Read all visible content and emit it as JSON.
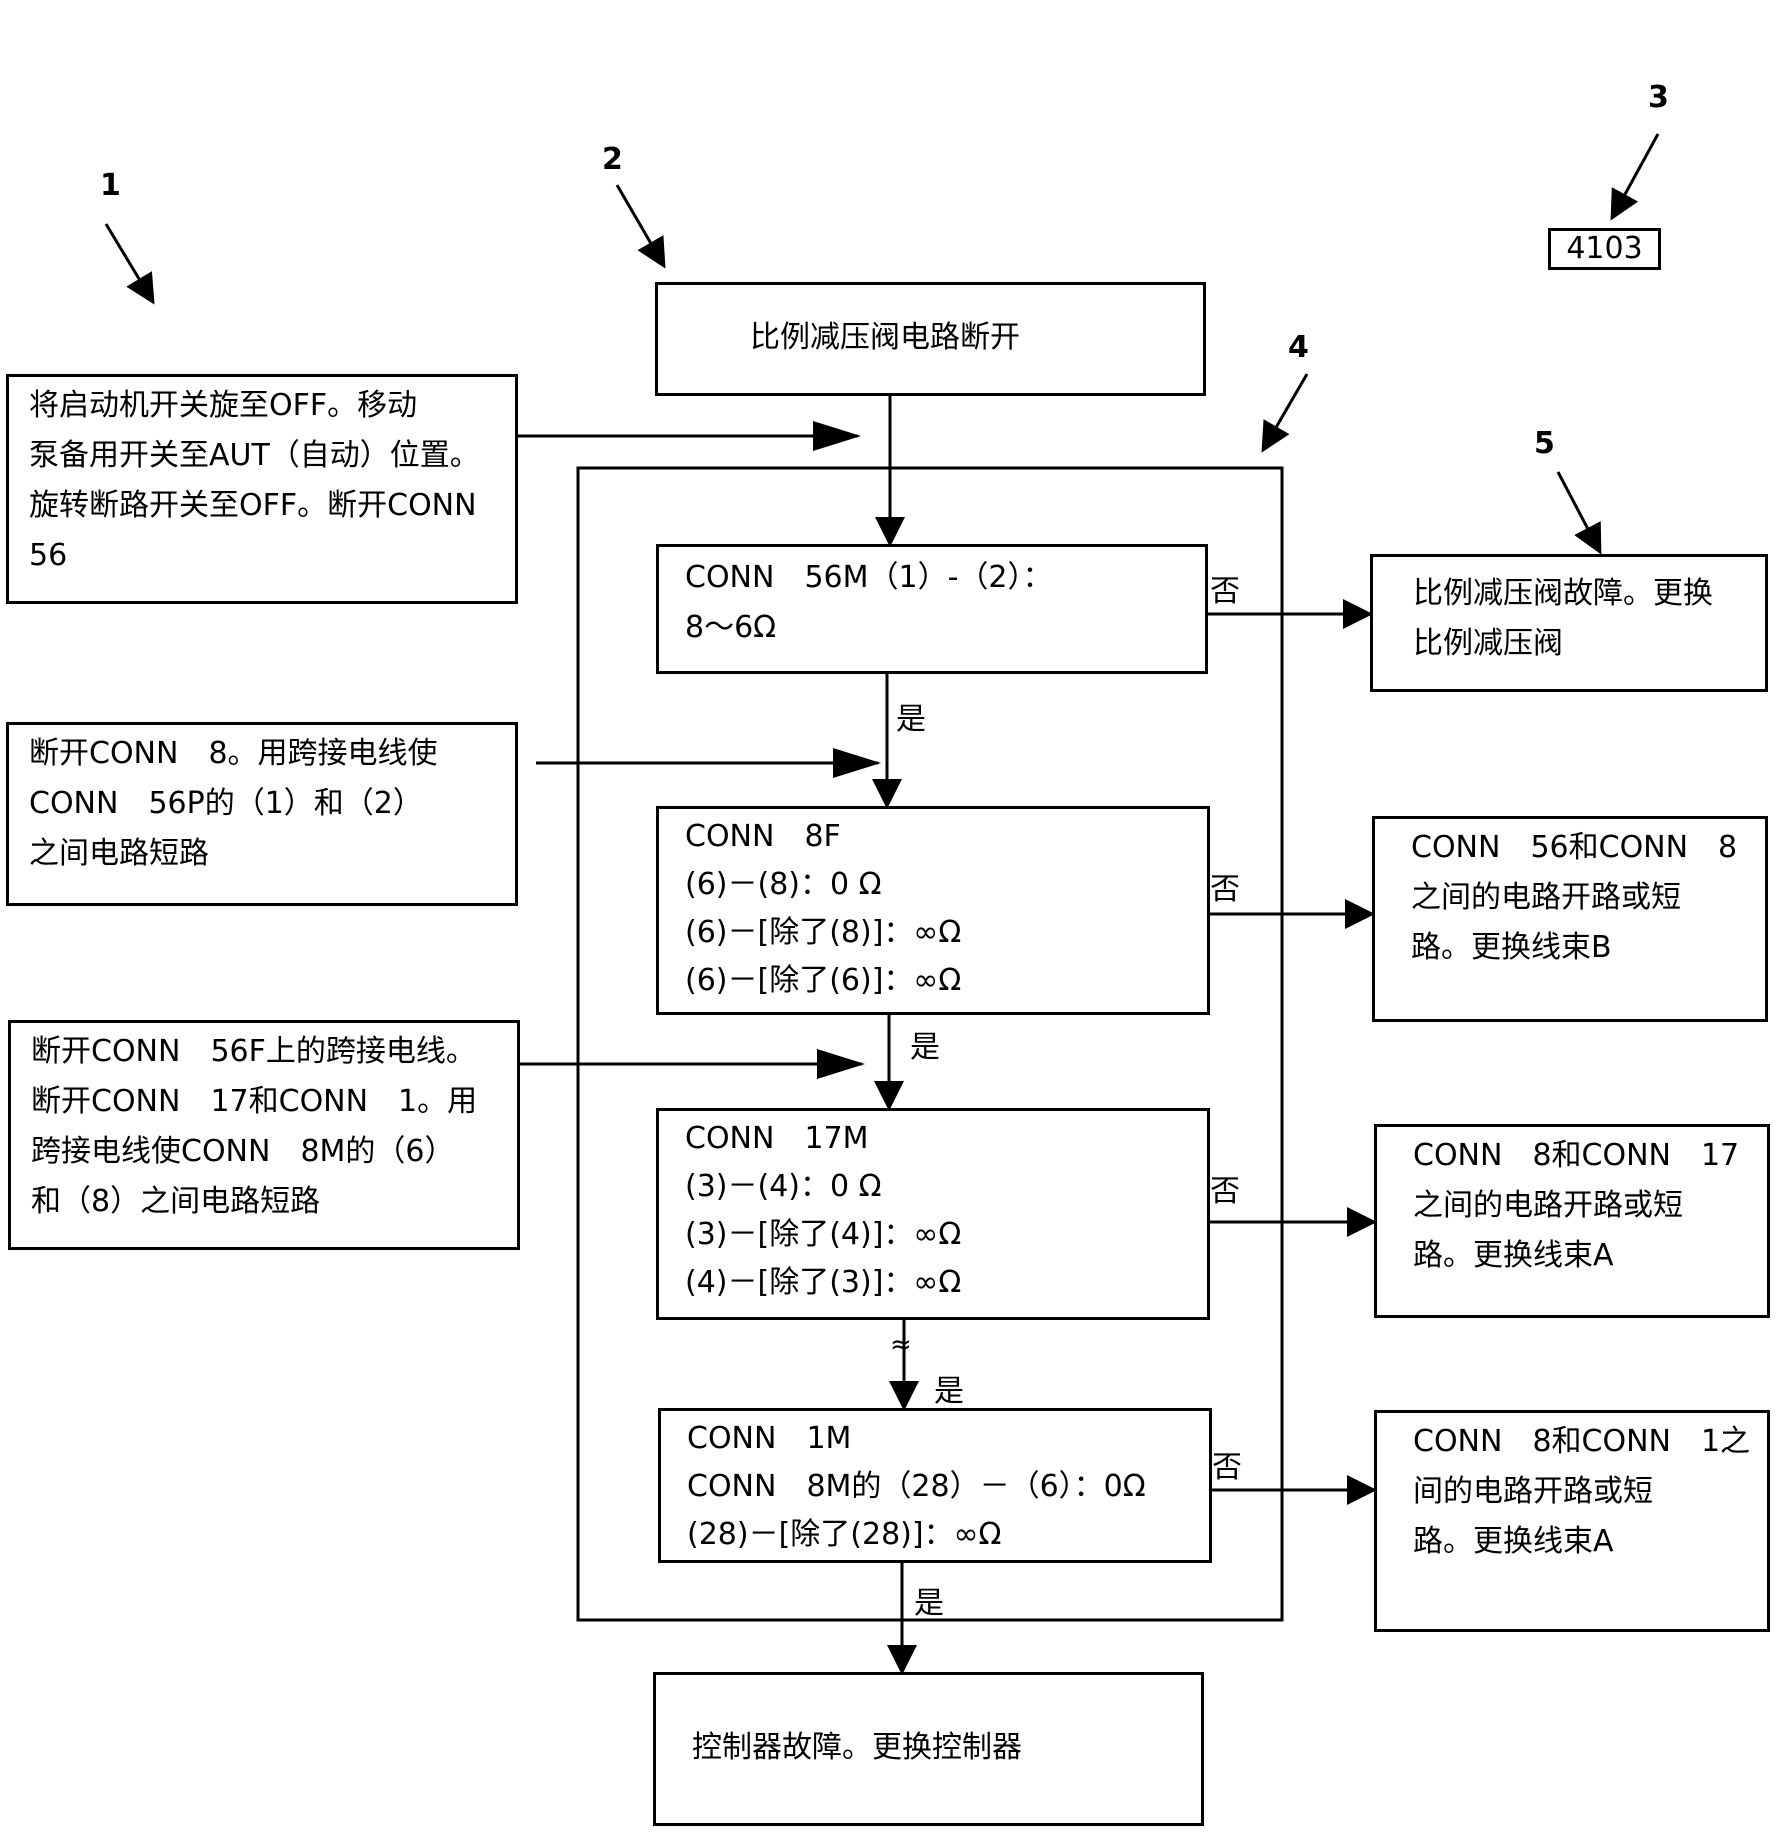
{
  "callouts": [
    "1",
    "2",
    "3",
    "4",
    "5"
  ],
  "figure_code": "4103",
  "start": {
    "lines": [
      "比例减压阀电路断开"
    ]
  },
  "instructions": [
    {
      "lines": [
        "将启动机开关旋至OFF。移动",
        "泵备用开关至AUT（自动）位置。",
        "旋转断路开关至OFF。断开CONN",
        "56"
      ]
    },
    {
      "lines": [
        "断开CONN　8。用跨接电线使",
        "CONN　56P的（1）和（2）",
        "之间电路短路"
      ]
    },
    {
      "lines": [
        "断开CONN　56F上的跨接电线。",
        "断开CONN　17和CONN　1。用",
        "跨接电线使CONN　8M的（6）",
        "和（8）之间电路短路"
      ]
    }
  ],
  "checks": [
    {
      "lines": [
        "CONN　56M（1）-（2）：",
        "8～6Ω"
      ]
    },
    {
      "lines": [
        "CONN　8F",
        "(6)－(8)：0 Ω",
        "(6)－[除了(8)]：∞Ω",
        "(6)－[除了(6)]：∞Ω"
      ]
    },
    {
      "lines": [
        "CONN　17M",
        "(3)－(4)：0 Ω",
        "(3)－[除了(4)]：∞Ω",
        "(4)－[除了(3)]：∞Ω"
      ]
    },
    {
      "lines": [
        "CONN　1M",
        "CONN　8M的（28）－（6）：0Ω",
        "(28)－[除了(28)]：∞Ω"
      ]
    }
  ],
  "results": [
    {
      "lines": [
        "比例减压阀故障。更换",
        "比例减压阀"
      ]
    },
    {
      "lines": [
        "CONN　56和CONN　8",
        "之间的电路开路或短",
        "路。更换线束B"
      ]
    },
    {
      "lines": [
        "CONN　8和CONN　17",
        "之间的电路开路或短",
        "路。更换线束A"
      ]
    },
    {
      "lines": [
        "CONN　8和CONN　1之",
        "间的电路开路或短",
        "路。更换线束A"
      ]
    }
  ],
  "end": {
    "lines": [
      "控制器故障。更换控制器"
    ]
  },
  "labels": {
    "yes": "是",
    "no": "否",
    "break": "≈"
  }
}
